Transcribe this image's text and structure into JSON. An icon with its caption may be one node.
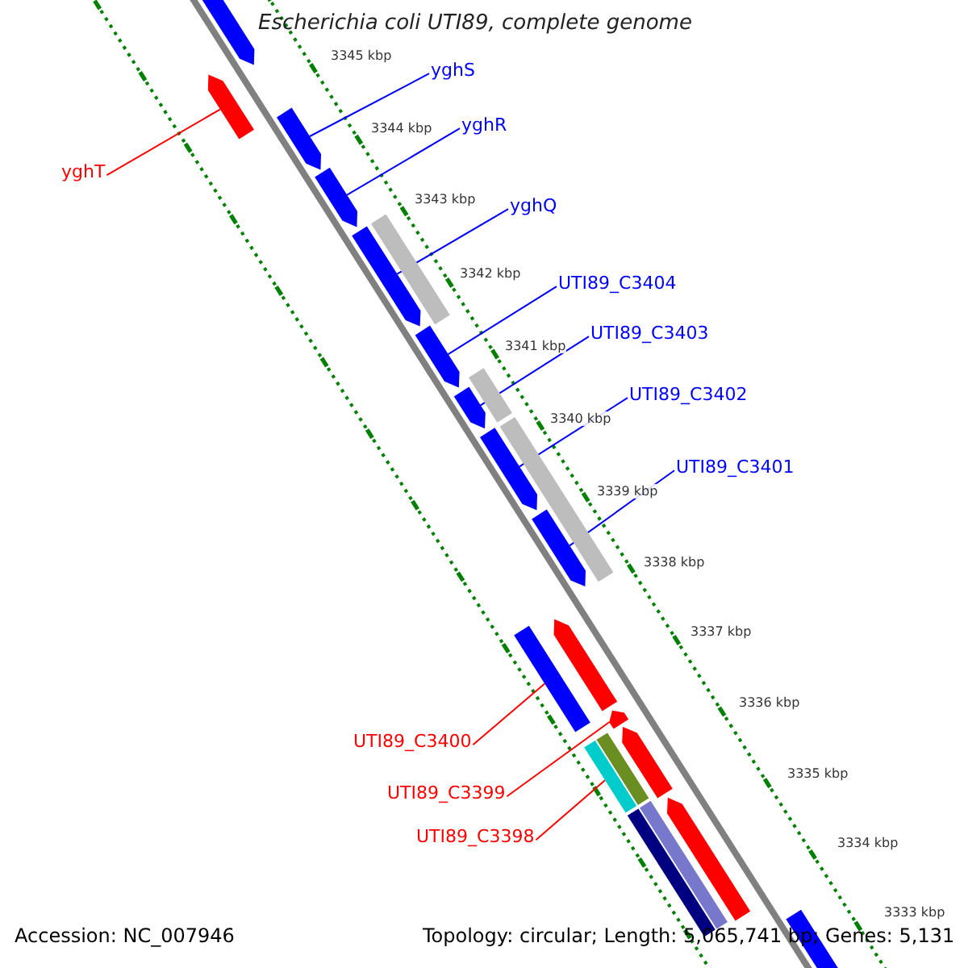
{
  "diagram": {
    "title": "Escherichia coli UTI89, complete genome",
    "nodes": [
      {
        "text": [
          "yghS"
        ]
      },
      {
        "text": [
          "yghR"
        ]
      },
      {
        "text": [
          "yghT"
        ]
      },
      {
        "text": [
          "yghQ"
        ]
      },
      {
        "text": [
          "UTI89_C3404"
        ]
      },
      {
        "text": [
          "UTI89_C3403"
        ]
      },
      {
        "text": [
          "UTI89_C3402"
        ]
      },
      {
        "text": [
          "UTI89_C3401"
        ]
      },
      {
        "text": [
          "UTI89_C3400"
        ]
      },
      {
        "text": [
          "UTI89_C3399"
        ]
      },
      {
        "text": [
          "UTI89_C3398"
        ]
      },
      {
        "text": [],
        "shape": "bar"
      },
      {
        "text": [],
        "shape": "bar"
      },
      {
        "text": [],
        "shape": "bar"
      },
      {
        "text": [],
        "shape": "bar"
      },
      {
        "text": [],
        "shape": "bar"
      },
      {
        "text": [],
        "shape": "bar"
      },
      {
        "text": [],
        "shape": "bar"
      },
      {
        "text": [],
        "shape": "bar"
      },
      {
        "text": [],
        "shape": "bar"
      },
      {
        "text": [],
        "shape": "bar"
      },
      {
        "text": [],
        "shape": "bar"
      },
      {
        "text": [],
        "shape": "bar"
      },
      {
        "text": [],
        "shape": "bar"
      },
      {
        "text": [],
        "shape": "bar"
      },
      {
        "text": [],
        "shape": "bar"
      },
      {
        "text": [],
        "shape": "bar"
      },
      {
        "text": [],
        "shape": "bar"
      },
      {
        "text": [],
        "shape": "bar"
      },
      {
        "text": [],
        "shape": "bar"
      },
      {
        "text": [],
        "shape": "bar"
      },
      {
        "text": [],
        "shape": "bar"
      },
      {
        "text": [],
        "shape": "bar"
      },
      {
        "text": [],
        "shape": "bar"
      }
    ],
    "edges": [
      {
        "from": 0,
        "to": 14,
        "arrow": "none"
      },
      {
        "from": 1,
        "to": 15,
        "arrow": "none"
      },
      {
        "from": 2,
        "to": 13,
        "arrow": "none",
        "color": "#ff0000"
      },
      {
        "from": 3,
        "to": 16,
        "arrow": "none"
      },
      {
        "from": 4,
        "to": 18,
        "arrow": "none"
      },
      {
        "from": 5,
        "to": 20,
        "arrow": "none"
      },
      {
        "from": 6,
        "to": 21,
        "arrow": "none"
      },
      {
        "from": 7,
        "to": 23,
        "arrow": "none"
      },
      {
        "from": 8,
        "to": 24,
        "arrow": "none",
        "color": "#ff0000"
      },
      {
        "from": 9,
        "to": 26,
        "arrow": "none",
        "color": "#ff0000"
      },
      {
        "from": 10,
        "to": 27,
        "arrow": "none",
        "color": "#ff0000"
      }
    ],
    "labels": [
      "3345 kbp",
      "3344 kbp",
      "3343 kbp",
      "3342 kbp",
      "3341 kbp",
      "3340 kbp",
      "3339 kbp",
      "3338 kbp",
      "3337 kbp",
      "3336 kbp",
      "3335 kbp",
      "3334 kbp",
      "3333 kbp",
      "Accession: NC_007946",
      "Topology: circular; Length: 5,065,741 bp; Genes: 5,131"
    ]
  }
}
